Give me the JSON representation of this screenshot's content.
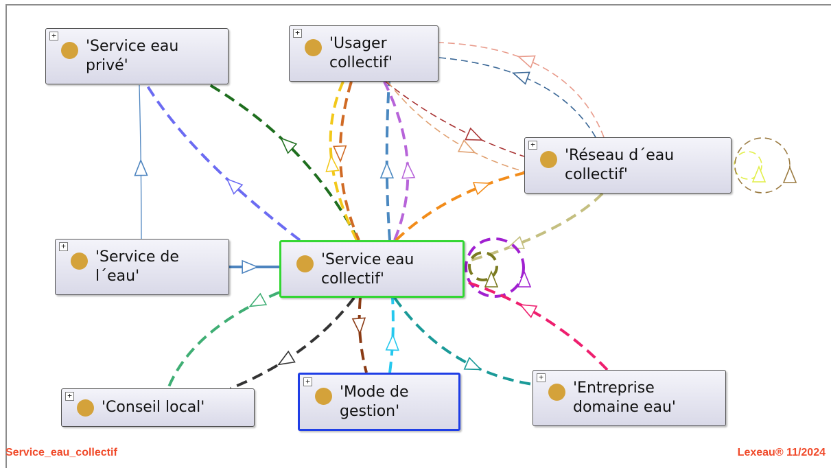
{
  "diagram": {
    "nodes": [
      {
        "id": "service_eau_prive",
        "label": "'Service eau\nprivé'",
        "expander": "+",
        "style": "normal"
      },
      {
        "id": "usager_collectif",
        "label": "'Usager\ncollectif'",
        "expander": "+",
        "style": "normal"
      },
      {
        "id": "reseau_eau_collectif",
        "label": "'Réseau d´eau\ncollectif'",
        "expander": "+",
        "style": "normal"
      },
      {
        "id": "service_de_leau",
        "label": "'Service de\nl´eau'",
        "expander": "+",
        "style": "normal"
      },
      {
        "id": "service_eau_collectif",
        "label": "'Service eau\ncollectif'",
        "expander": "",
        "style": "selected"
      },
      {
        "id": "conseil_local",
        "label": "'Conseil local'",
        "expander": "+",
        "style": "normal"
      },
      {
        "id": "mode_de_gestion",
        "label": "'Mode de\ngestion'",
        "expander": "+",
        "style": "highlighted"
      },
      {
        "id": "entreprise_domaine_eau",
        "label": "'Entreprise\ndomaine eau'",
        "expander": "+",
        "style": "normal"
      }
    ],
    "edges": [
      {
        "from": "service_eau_collectif",
        "to": "service_eau_prive",
        "color": "#6b6bf2",
        "style": "dashed"
      },
      {
        "from": "service_eau_collectif",
        "to": "service_eau_prive",
        "color": "#1e6e1e",
        "style": "dashed"
      },
      {
        "from": "service_de_leau",
        "to": "service_eau_prive",
        "color": "#4d84bf",
        "style": "solid-thin"
      },
      {
        "from": "service_de_leau",
        "to": "service_eau_collectif",
        "color": "#4d84bf",
        "style": "solid-thick"
      },
      {
        "from": "service_eau_collectif",
        "to": "usager_collectif",
        "color": "#f2c81a",
        "style": "dashed"
      },
      {
        "from": "usager_collectif",
        "to": "service_eau_collectif",
        "color": "#d06a24",
        "style": "dashed"
      },
      {
        "from": "service_eau_collectif",
        "to": "usager_collectif",
        "color": "#4a88c0",
        "style": "dashed"
      },
      {
        "from": "service_eau_collectif",
        "to": "usager_collectif",
        "color": "#b764d9",
        "style": "dashed"
      },
      {
        "from": "usager_collectif",
        "to": "reseau_eau_collectif",
        "color": "#a83232",
        "style": "dashed-thin"
      },
      {
        "from": "usager_collectif",
        "to": "reseau_eau_collectif",
        "color": "#e0a070",
        "style": "dashed-thin"
      },
      {
        "from": "reseau_eau_collectif",
        "to": "usager_collectif",
        "color": "#e89a8a",
        "style": "dashed-thin"
      },
      {
        "from": "reseau_eau_collectif",
        "to": "usager_collectif",
        "color": "#3a6796",
        "style": "dashed-thin"
      },
      {
        "from": "service_eau_collectif",
        "to": "reseau_eau_collectif",
        "color": "#f28c1a",
        "style": "dashed"
      },
      {
        "from": "reseau_eau_collectif",
        "to": "service_eau_collectif",
        "color": "#c4bf80",
        "style": "dashed"
      },
      {
        "from": "reseau_eau_collectif",
        "to": "reseau_eau_collectif",
        "color": "#e2ef4a",
        "style": "dashed-thin"
      },
      {
        "from": "reseau_eau_collectif",
        "to": "reseau_eau_collectif",
        "color": "#9a7a40",
        "style": "dashed-thin"
      },
      {
        "from": "service_eau_collectif",
        "to": "service_eau_collectif",
        "color": "#a020d0",
        "style": "dashed"
      },
      {
        "from": "service_eau_collectif",
        "to": "service_eau_collectif",
        "color": "#7a7a20",
        "style": "dashed"
      },
      {
        "from": "conseil_local",
        "to": "service_eau_collectif",
        "color": "#3fae74",
        "style": "dashed"
      },
      {
        "from": "service_eau_collectif",
        "to": "conseil_local",
        "color": "#333333",
        "style": "dashed"
      },
      {
        "from": "service_eau_collectif",
        "to": "mode_de_gestion",
        "color": "#8a3a14",
        "style": "dashed"
      },
      {
        "from": "mode_de_gestion",
        "to": "service_eau_collectif",
        "color": "#26c8ee",
        "style": "dashed"
      },
      {
        "from": "service_eau_collectif",
        "to": "entreprise_domaine_eau",
        "color": "#1a9a98",
        "style": "dashed"
      },
      {
        "from": "entreprise_domaine_eau",
        "to": "service_eau_collectif",
        "color": "#ee1e6e",
        "style": "dashed"
      }
    ]
  },
  "footer": {
    "left": "Service_eau_collectif",
    "right": "Lexeau® 11/2024",
    "color": "#f04a2a"
  }
}
